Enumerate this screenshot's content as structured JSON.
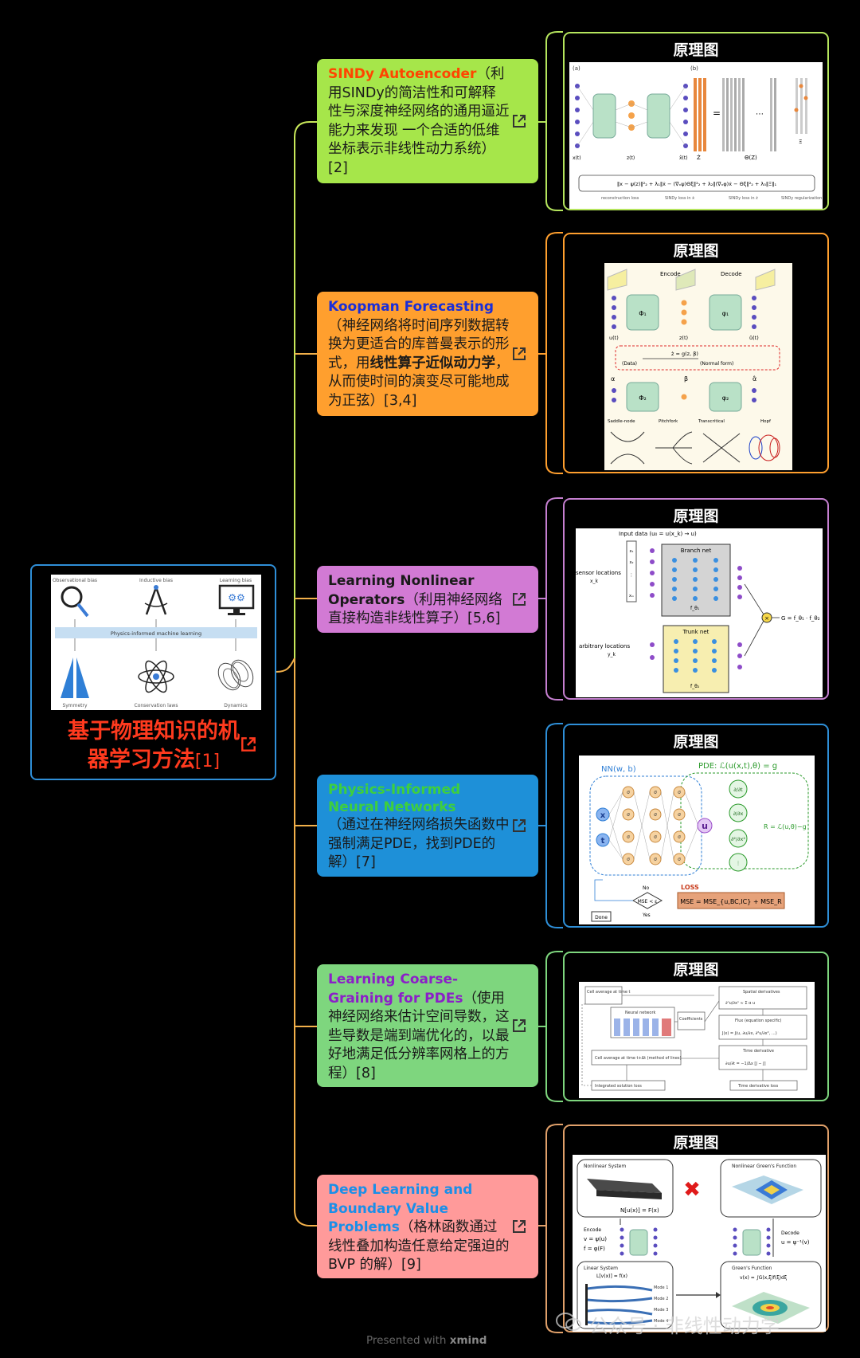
{
  "root": {
    "title": "基于物理知识的机器学习方法",
    "title_line1": "基于物理知识的机",
    "title_line2": "器学习方法",
    "ref": "[1]",
    "figure": {
      "top_labels": [
        "Observational bias",
        "Inductive bias",
        "Learning bias"
      ],
      "band_label": "Physics-informed machine learning",
      "bottom_labels": [
        "Symmetry",
        "Conservation laws",
        "Dynamics"
      ]
    }
  },
  "panel_label": "原理图",
  "topics": [
    {
      "id": "sindy",
      "title": "SINDy Autoencoder",
      "title_color": "#ff4500",
      "body": "（利用SINDy的简洁性和可解释性与深度神经网络的通用逼近能力来发现 一个合适的低维坐标表示非线性动力系统）[2]",
      "bg": "#a6e64a",
      "border": "#b5e55d",
      "figure": {
        "panel_a": "(a)",
        "panel_b": "(b)",
        "inputs": [
          "x(t)",
          "z(t)",
          "x̂(t)"
        ],
        "matrix_labels": [
          "Ż",
          "Θ(Z)",
          "Ξ"
        ],
        "loss_labels": [
          "reconstruction loss",
          "SINDy loss in ẋ",
          "SINDy loss in ż",
          "SINDy regularization"
        ]
      }
    },
    {
      "id": "koopman",
      "title": "Koopman Forecasting",
      "title_color": "#1a2ed8",
      "body_pre": "（神经网络将时间序列数据转换为更适合的库普曼表示的形式，用",
      "body_bold": "线性算子近似动力学",
      "body_post": "，从而使时间的演变尽可能地成为正弦）[3,4]",
      "bg": "#ff9f2e",
      "border": "#ff9f2e",
      "figure": {
        "labels": [
          "Encode",
          "Decode",
          "Φ₁",
          "φ₁",
          "Φ₂",
          "φ₂",
          "u(t)",
          "z(t)",
          "û(t)",
          "(Data)",
          "(Normal form)",
          "α",
          "β",
          "α̂"
        ],
        "bifurcations": [
          "Saddle-node",
          "Pitchfork",
          "Transcritical",
          "Hopf"
        ]
      }
    },
    {
      "id": "operators",
      "title": "Learning Nonlinear Operators",
      "title_color": "#1a1a1a",
      "body": "（利用神经网络直接构造非线性算子）[5,6]",
      "bg": "#d27ad4",
      "border": "#c57fd0",
      "figure": {
        "input_label": "Input data (u₀ = u(x_k) → u)",
        "branch": "Branch net",
        "trunk": "Trunk net",
        "sensor": "sensor locations",
        "sensor_var": "x_k",
        "arbitrary": "arbitrary locations",
        "arbitrary_var": "y_k",
        "output": "G = f_θ₁ · f_θ₂",
        "branch_out": "f_θ₁",
        "trunk_out": "f_θ₂"
      }
    },
    {
      "id": "pinn",
      "title": "Physics-Informed Neural Networks",
      "title_line1": "Physics-Informed",
      "title_line2": "Neural Networks",
      "title_color": "#3ecf3e",
      "body": "（通过在神经网络损失函数中强制满足PDE，找到PDE的解）[7]",
      "bg": "#1e90d8",
      "border": "#2e8fd8",
      "figure": {
        "nn_label": "NN(w, b)",
        "pde_label": "PDE: ℒ(u(x,t),θ) = g",
        "inputs": [
          "x",
          "t"
        ],
        "output": "u",
        "residual": "R = ℒ(u,θ)−g",
        "loss": "LOSS",
        "mse": "MSE = MSE_{u,BC,IC} + MSE_R",
        "check": "MSE < ε",
        "no": "No",
        "yes": "Yes",
        "done": "Done",
        "derivs": [
          "∂/∂t",
          "∂/∂x",
          "∂²/∂x²",
          "⋮"
        ],
        "sigma": "σ"
      }
    },
    {
      "id": "coarse",
      "title": "Learning Coarse-Graining for PDEs",
      "title_line1": "Learning Coarse-",
      "title_line2": "Graining for PDEs",
      "title_color": "#8b1fc8",
      "body": "（使用神经网络来估计空间导数，这些导数是端到端优化的，以最好地满足低分辨率网格上的方程）[8]",
      "bg": "#7ed67e",
      "border": "#7ed67e",
      "figure": {
        "boxes": [
          "Cell average at time t",
          "Neural network",
          "Coefficients",
          "Spatial derivatives",
          "Flux (equation specific)",
          "Time derivative",
          "Cell average at time t+Δt (method of lines)",
          "Integrated solution loss",
          "Time derivative loss"
        ]
      }
    },
    {
      "id": "bvp",
      "title": "Deep Learning and Boundary Value Problems",
      "title_line1": "Deep Learning and",
      "title_line2": "Boundary Value",
      "title_line3": "Problems",
      "title_color": "#1a8fe8",
      "body": "（格林函数通过线性叠加构造任意给定强迫的BVP 的解）[9]",
      "bg": "#ff9a9a",
      "border": "#e0a06a",
      "figure": {
        "boxes": [
          "Nonlinear System",
          "Nonlinear Green's Function",
          "Linear System",
          "Green's Function"
        ],
        "eq_top": "N[u(x)] = F(x)",
        "eq_bottom": "L[v(x)] = f(x)",
        "encode": "Encode",
        "decode": "Decode",
        "enc_eq1": "v = ψ(u)",
        "enc_eq2": "f = φ(F)",
        "dec_eq": "u = ψ⁻¹(v)",
        "modes": [
          "Mode 1",
          "Mode 2",
          "Mode 3",
          "Mode 4"
        ]
      }
    }
  ],
  "footer": {
    "prefix": "Presented with",
    "brand": "xmind"
  },
  "watermark": "公众号 · 非线性动力学",
  "colors": {
    "root_border": "#2f8fd8",
    "root_title": "#ff3a1e",
    "connector": "#f2b04a",
    "connector_top": "#c8e85a"
  }
}
